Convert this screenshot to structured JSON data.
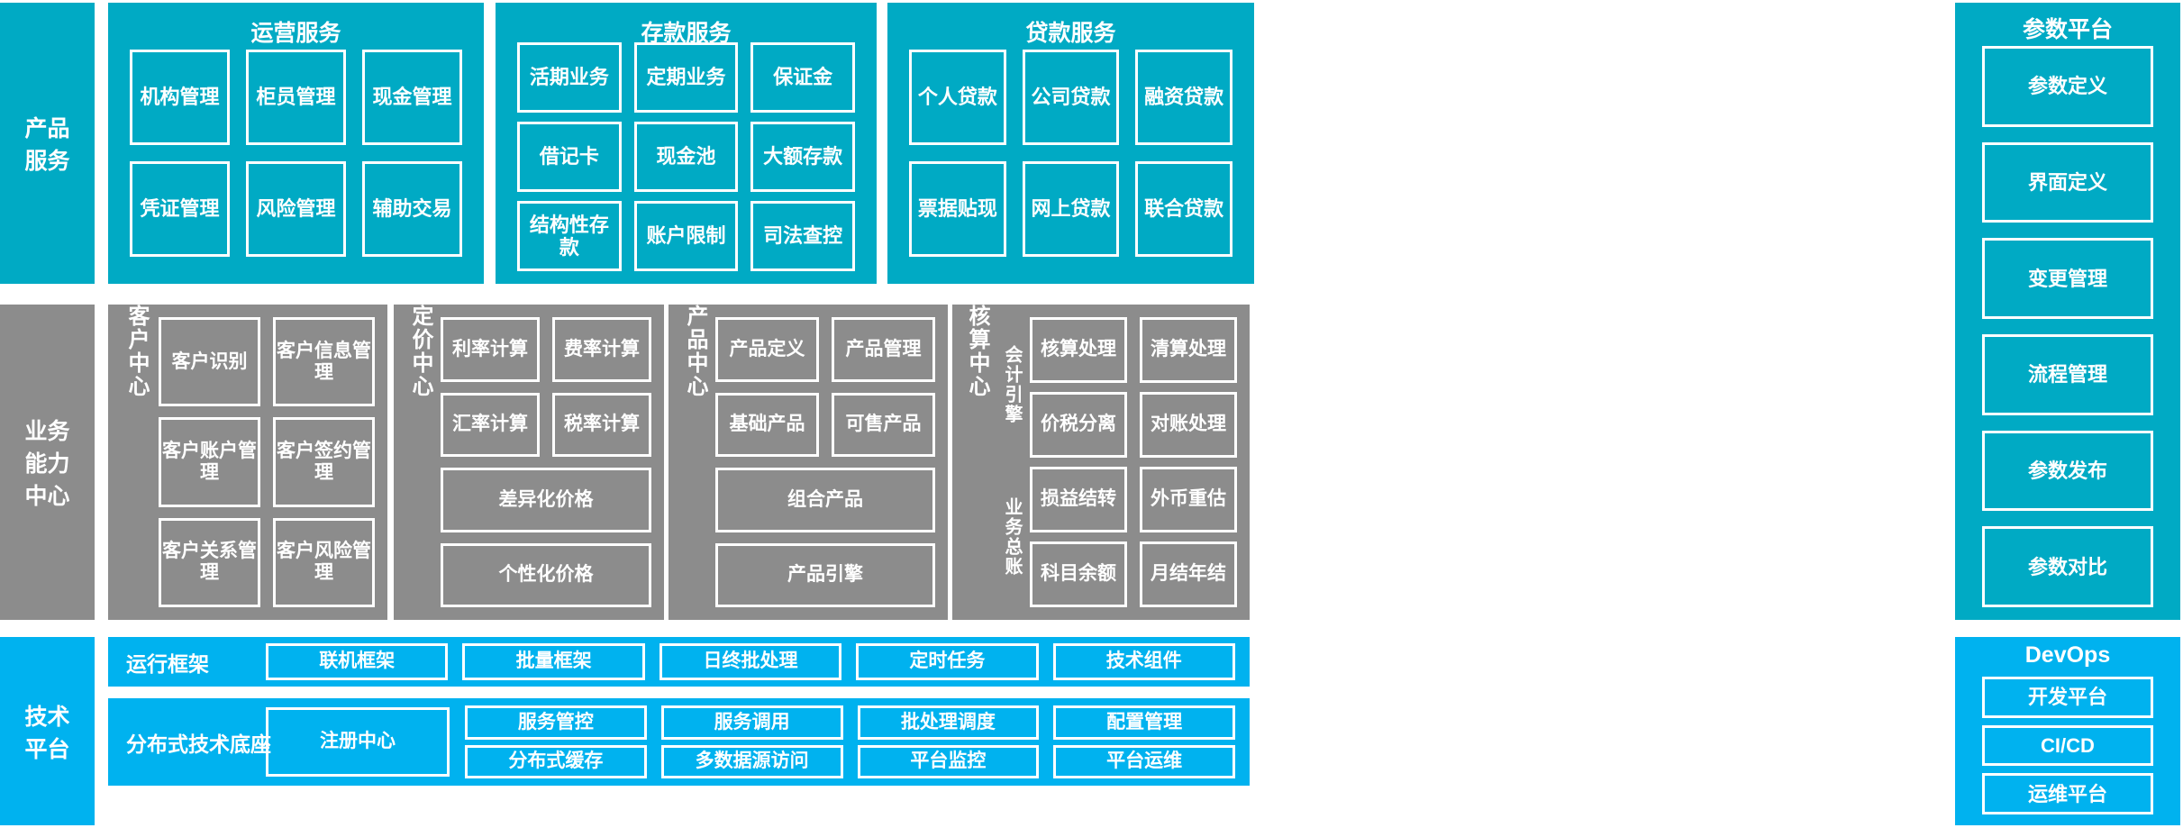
{
  "colors": {
    "product_teal": "#00AAC4",
    "capability_gray": "#8C8C8C",
    "tech_blue": "#00B2EF",
    "box_border": "#FFFFFF",
    "text": "#FFFFFF",
    "background": "#FFFFFF"
  },
  "bands": {
    "product": {
      "label": "产品\n服务",
      "label_line1": "产品",
      "label_line2": "服务",
      "groups": [
        {
          "title": "运营服务",
          "items": [
            "机构管理",
            "柜员管理",
            "现金管理",
            "凭证管理",
            "风险管理",
            "辅助交易"
          ]
        },
        {
          "title": "存款服务",
          "items": [
            "活期业务",
            "定期业务",
            "保证金",
            "借记卡",
            "现金池",
            "大额存款",
            "结构性存款",
            "账户限制",
            "司法查控"
          ]
        },
        {
          "title": "贷款服务",
          "items": [
            "个人贷款",
            "公司贷款",
            "融资贷款",
            "票据贴现",
            "网上贷款",
            "联合贷款"
          ]
        }
      ]
    },
    "capability": {
      "label_line1": "业务",
      "label_line2": "能力",
      "label_line3": "中心",
      "centers": [
        {
          "side_label": "客户中心",
          "sub_labels": [],
          "items": [
            "客户识别",
            "客户信息管理",
            "客户账户管理",
            "客户签约管理",
            "客户关系管理",
            "客户风险管理"
          ]
        },
        {
          "side_label": "定价中心",
          "sub_labels": [],
          "items": [
            "利率计算",
            "费率计算",
            "汇率计算",
            "税率计算",
            "差异化价格",
            "个性化价格"
          ]
        },
        {
          "side_label": "产品中心",
          "sub_labels": [],
          "items": [
            "产品定义",
            "产品管理",
            "基础产品",
            "可售产品",
            "组合产品",
            "产品引擎"
          ]
        },
        {
          "side_label": "核算中心",
          "sub_labels": [
            "会计引擎",
            "业务总账"
          ],
          "items": [
            "核算处理",
            "清算处理",
            "价税分离",
            "对账处理",
            "损益结转",
            "外币重估",
            "科目余额",
            "月结年结"
          ]
        }
      ]
    },
    "technology": {
      "label_line1": "技术",
      "label_line2": "平台",
      "rows": [
        {
          "label": "运行框架",
          "items": [
            "联机框架",
            "批量框架",
            "日终批处理",
            "定时任务",
            "技术组件"
          ]
        },
        {
          "label": "分布式技术底座",
          "anchor": "注册中心",
          "items_top": [
            "服务管控",
            "服务调用",
            "批处理调度",
            "配置管理"
          ],
          "items_bottom": [
            "分布式缓存",
            "多数据源访问",
            "平台监控",
            "平台运维"
          ]
        }
      ]
    }
  },
  "right_column": {
    "param_platform": {
      "title": "参数平台",
      "items": [
        "参数定义",
        "界面定义",
        "变更管理",
        "流程管理",
        "参数发布",
        "参数对比"
      ]
    },
    "devops": {
      "title": "DevOps",
      "items": [
        "开发平台",
        "CI/CD",
        "运维平台"
      ]
    }
  }
}
